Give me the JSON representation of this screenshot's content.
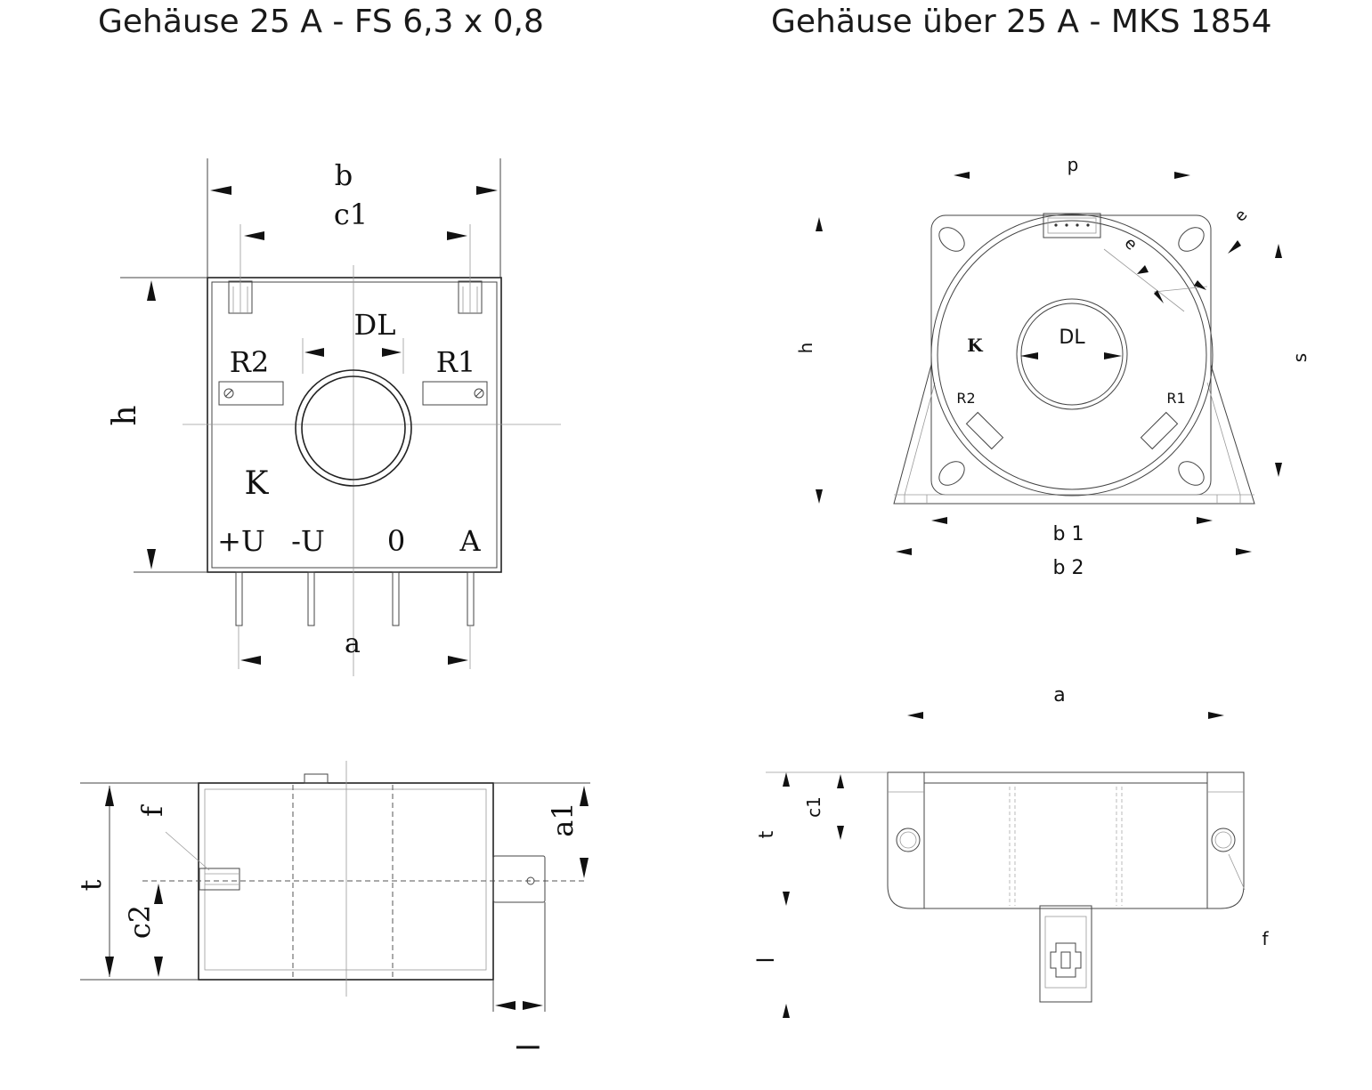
{
  "titles": {
    "left": "Gehäuse 25 A - FS 6,3 x 0,8",
    "right": "Gehäuse über 25 A - MKS 1854"
  },
  "left_front": {
    "b": "b",
    "c1": "c1",
    "h": "h",
    "dl": "DL",
    "r2": "R2",
    "r1": "R1",
    "k": "K",
    "plus_u": "+U",
    "minus_u": "-U",
    "zero": "0",
    "a_label": "A",
    "a": "a"
  },
  "left_side": {
    "t": "t",
    "f": "f",
    "c2": "c2",
    "a1": "a1",
    "l": "l"
  },
  "right_front": {
    "p": "p",
    "e_outer": "e",
    "e_inner": "e",
    "h": "h",
    "s": "s",
    "k": "K",
    "dl": "DL",
    "r2": "R2",
    "r1": "R1",
    "b1": "b 1",
    "b2": "b 2"
  },
  "right_side": {
    "a": "a",
    "c1": "c1",
    "t": "t",
    "l": "l",
    "f": "f"
  }
}
